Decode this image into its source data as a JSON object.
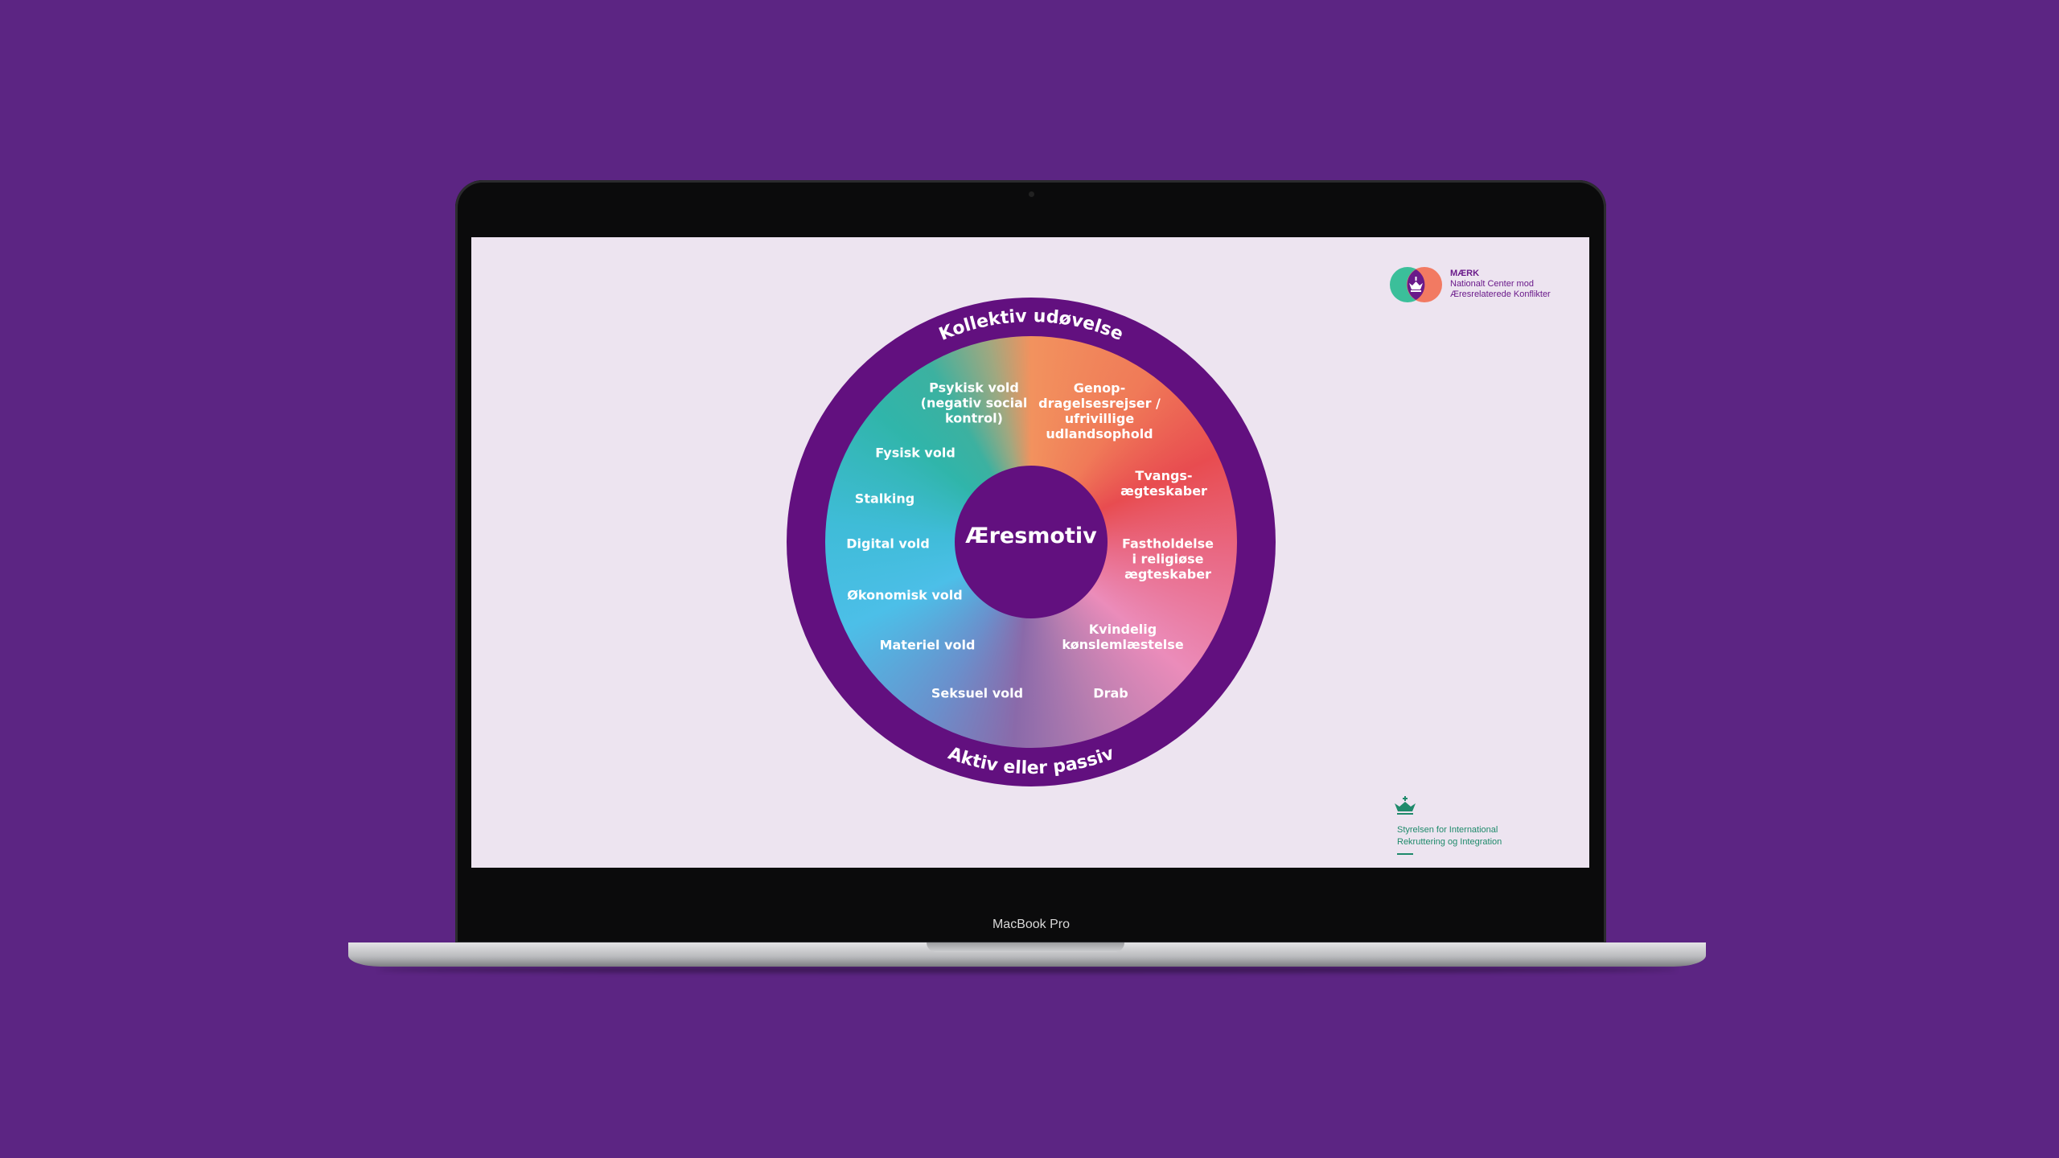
{
  "device": {
    "model_label": "MacBook Pro"
  },
  "colors": {
    "background": "#5c2583",
    "slide_background": "#ede4f0",
    "ring": "#62107f",
    "brand_green": "#1f8a6b"
  },
  "logo_top": {
    "name": "MÆRK",
    "line1": "Nationalt Center mod",
    "line2": "Æresrelaterede Konflikter",
    "icon": "crown-icon"
  },
  "logo_bottom": {
    "line1": "Styrelsen for International",
    "line2": "Rekruttering og Integration",
    "icon": "crown-icon"
  },
  "wheel": {
    "center": "Æresmotiv",
    "outer_top": "Kollektiv udøvelse",
    "outer_bottom": "Aktiv eller passiv",
    "segments": [
      "Psykisk vold\n(negativ social\nkontrol)",
      "Genop-\ndragelsesrejser /\nufrivillige\nudlandsophold",
      "Tvangs-\nægteskaber",
      "Fastholdelse\ni religiøse\nægteskaber",
      "Kvindelig\nkønslemlæstelse",
      "Drab",
      "Seksuel vold",
      "Materiel vold",
      "Økonomisk vold",
      "Digital vold",
      "Stalking",
      "Fysisk vold"
    ]
  }
}
